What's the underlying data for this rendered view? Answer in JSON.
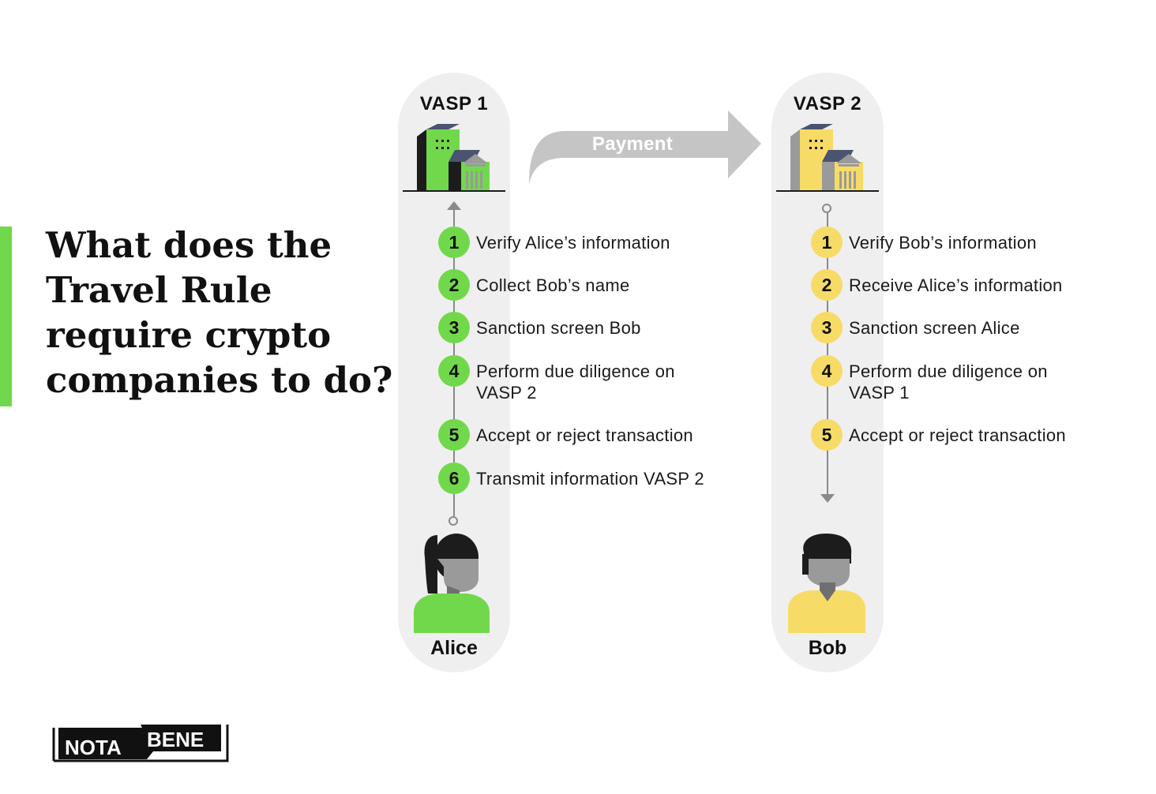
{
  "headline": {
    "lines": [
      "What does the",
      "Travel Rule",
      "require crypto",
      "companies to do?"
    ]
  },
  "colors": {
    "accent_green": "#72d84b",
    "accent_yellow": "#f6dc66",
    "pill_background": "#efefef",
    "arrow_gray": "#c5c5c5"
  },
  "vasp1": {
    "title": "VASP 1",
    "person": "Alice",
    "steps": [
      {
        "num": "1",
        "text": "Verify Alice’s information"
      },
      {
        "num": "2",
        "text": "Collect Bob’s name"
      },
      {
        "num": "3",
        "text": "Sanction screen Bob"
      },
      {
        "num": "4",
        "text": "Perform due diligence on VASP 2"
      },
      {
        "num": "5",
        "text": "Accept or reject transaction"
      },
      {
        "num": "6",
        "text": "Transmit information VASP 2"
      }
    ]
  },
  "vasp2": {
    "title": "VASP 2",
    "person": "Bob",
    "steps": [
      {
        "num": "1",
        "text": "Verify Bob’s information"
      },
      {
        "num": "2",
        "text": "Receive Alice’s information"
      },
      {
        "num": "3",
        "text": "Sanction screen Alice"
      },
      {
        "num": "4",
        "text": "Perform due diligence on VASP 1"
      },
      {
        "num": "5",
        "text": "Accept or reject transaction"
      }
    ]
  },
  "payment": {
    "label": "Payment"
  },
  "logo": {
    "part1": "NOTA",
    "part2": "BENE"
  }
}
